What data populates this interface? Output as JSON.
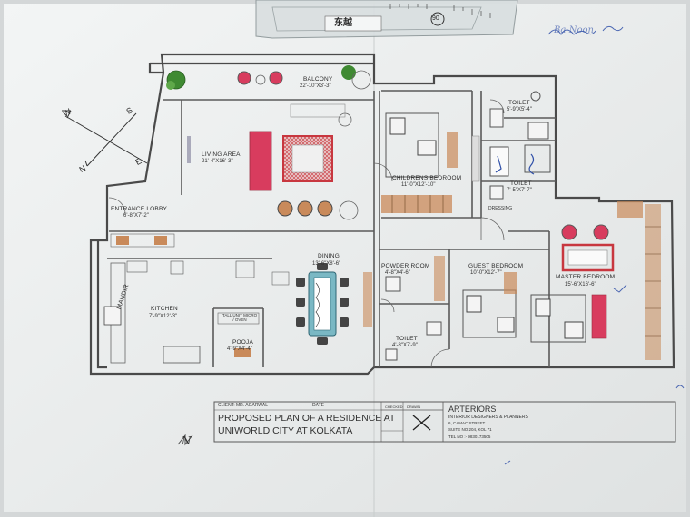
{
  "rooms": [
    {
      "id": "balcony",
      "name": "BALCONY",
      "dim": "22'-10\"X3'-3\""
    },
    {
      "id": "living",
      "name": "LIVING AREA",
      "dim": "21'-4\"X16'-3\""
    },
    {
      "id": "lobby",
      "name": "ENTRANCE LOBBY",
      "dim": "6'-8\"X7'-2\""
    },
    {
      "id": "children",
      "name": "CHILDRENS BEDROOM",
      "dim": "11'-0\"X12'-10\""
    },
    {
      "id": "toilet1",
      "name": "TOILET",
      "dim": "5'-9\"X5'-4\""
    },
    {
      "id": "toilet2",
      "name": "TOILET",
      "dim": "7'-5\"X7'-7\""
    },
    {
      "id": "dining",
      "name": "DINING",
      "dim": "13'-6\"X8'-6\""
    },
    {
      "id": "powder",
      "name": "POWDER ROOM",
      "dim": "4'-8\"X4'-6\""
    },
    {
      "id": "guest",
      "name": "GUEST BEDROOM",
      "dim": "10'-0\"X12'-7\""
    },
    {
      "id": "master",
      "name": "MASTER BEDROOM",
      "dim": "15'-6\"X16'-6\""
    },
    {
      "id": "kitchen",
      "name": "KITCHEN",
      "dim": "7'-9\"X12'-3\""
    },
    {
      "id": "pooja",
      "name": "POOJA",
      "dim": "4'-9\"X4'-4\""
    },
    {
      "id": "toilet3",
      "name": "TOILET",
      "dim": "4'-8\"X7'-9\""
    }
  ],
  "annotations": {
    "mandir": "MANDIR",
    "dressing": "DRESSING",
    "tall_unit": "TALL UNIT MICRO / OVEN",
    "compass": [
      "N",
      "S",
      "W",
      "E"
    ]
  },
  "title_block": {
    "client": "CLIENT: MR. AGARWAL",
    "date_label": "DATE",
    "title_line1": "PROPOSED PLAN OF A RESIDENCE AT",
    "title_line2": "UNIWORLD CITY AT  KOLKATA",
    "checked_label": "CHECKED",
    "drawn_label": "DRAWN",
    "firm_name": "ARTERIORS",
    "firm_subtitle": "INTERIOR DESIGNERS & PLANNERS",
    "address": "6, CAMAC STREET",
    "suite": "SUITE NO 204, KOL 71",
    "phone": "TEL NO :- 9830173505"
  },
  "ruler": {
    "brand": "东越",
    "mark": "90"
  },
  "handwriting": {
    "top_right": "Ba-Noon",
    "margin_note": "N"
  },
  "colors": {
    "paper": "#eef0f0",
    "wall": "#4a4a4a",
    "accent_red": "#d83c5e",
    "rug_red": "#c8373f",
    "wood": "#c98a5a",
    "teal": "#7ab8c4",
    "plant": "#3f8a32",
    "ink_blue": "#2f4fa8"
  }
}
